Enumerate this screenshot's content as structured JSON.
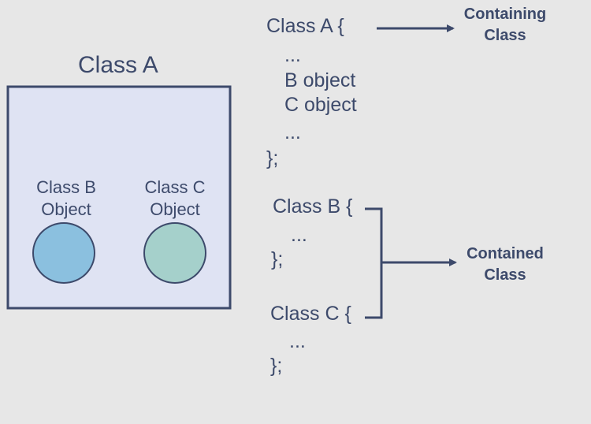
{
  "diagram": {
    "box_title": "Class A",
    "objects": [
      {
        "line1": "Class B",
        "line2": "Object",
        "color": "#8bc0df"
      },
      {
        "line1": "Class C",
        "line2": "Object",
        "color": "#a5d0cb"
      }
    ],
    "code_a": [
      "Class A {",
      "...",
      "B object",
      "C object",
      "...",
      "};"
    ],
    "code_b": [
      "Class B {",
      "...",
      "};"
    ],
    "code_c": [
      "Class C {",
      "...",
      "};"
    ],
    "containing_label": [
      "Containing",
      "Class"
    ],
    "contained_label": [
      "Contained",
      "Class"
    ],
    "colors": {
      "ink": "#3d4a6b",
      "box_fill": "#dfe3f3",
      "background": "#e7e7e7"
    }
  }
}
